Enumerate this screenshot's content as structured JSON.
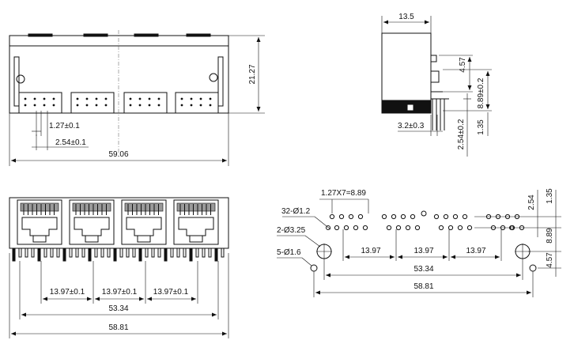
{
  "front_view": {
    "dim_width": "59.06",
    "dim_height": "21.27",
    "dim_pitch_small": "1.27±0.1",
    "dim_pitch_large": "2.54±0.1"
  },
  "side_view": {
    "dim_depth": "13.5",
    "dim_pin_height": "4.57",
    "dim_offset": "3.2±0.3",
    "dim_pin_a": "8.89±0.2",
    "dim_pin_b": "2.54±0.2",
    "dim_pin_c": "1.35"
  },
  "bottom_view": {
    "dim_spacing_1": "13.97±0.1",
    "dim_spacing_2": "13.97±0.1",
    "dim_spacing_3": "13.97±0.1",
    "dim_inner": "53.34",
    "dim_overall": "58.81"
  },
  "pcb_layout": {
    "label_pitch": "1.27X7=8.89",
    "label_pin_holes": "32-Ø1.2",
    "label_mount_holes": "2-Ø3.25",
    "label_shield_holes": "5-Ø1.6",
    "dim_spacing_1": "13.97",
    "dim_spacing_2": "13.97",
    "dim_spacing_3": "13.97",
    "dim_inner": "53.34",
    "dim_overall": "58.81",
    "dim_right_1": "2.54",
    "dim_right_2": "1.35",
    "dim_right_3": "8.89",
    "dim_right_4": "4.57"
  }
}
